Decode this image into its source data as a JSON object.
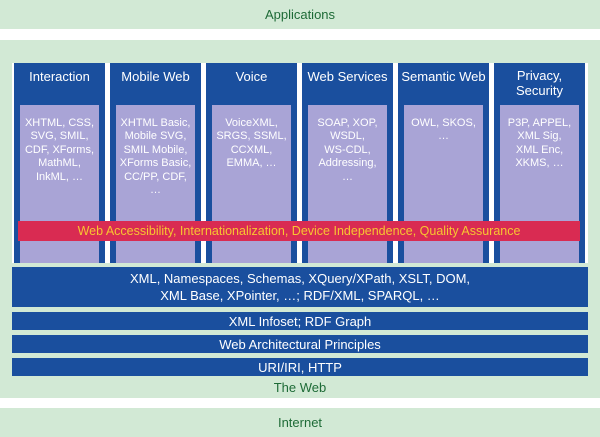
{
  "applications": "Applications",
  "columns": [
    {
      "title": "Interaction",
      "items": "XHTML, CSS,\nSVG, SMIL,\nCDF, XForms,\nMathML,\nInkML, …"
    },
    {
      "title": "Mobile Web",
      "items": "XHTML Basic,\nMobile SVG,\nSMIL Mobile,\nXForms Basic,\nCC/PP, CDF,\n…"
    },
    {
      "title": "Voice",
      "items": "VoiceXML,\nSRGS, SSML,\nCCXML,\nEMMA, …"
    },
    {
      "title": "Web Services",
      "items": "SOAP, XOP,\nWSDL,\nWS-CDL,\nAddressing,\n…"
    },
    {
      "title": "Semantic Web",
      "items": "OWL, SKOS,\n…"
    },
    {
      "title": "Privacy,\nSecurity",
      "items": "P3P, APPEL,\nXML Sig,\nXML Enc,\nXKMS, …"
    }
  ],
  "horizontal": "Web Accessibility, Internationalization, Device Independence, Quality Assurance",
  "layers": {
    "xml": "XML, Namespaces, Schemas, XQuery/XPath, XSLT, DOM,\nXML Base, XPointer, …; RDF/XML, SPARQL, …",
    "infoset": "XML Infoset; RDF Graph",
    "arch": "Web Architectural Principles",
    "uri": "URI/IRI, HTTP"
  },
  "the_web": "The Web",
  "internet": "Internet",
  "colors": {
    "band_green": "#d2e9d5",
    "text_green": "#1e6b37",
    "w3c_blue": "#1a4f9e",
    "lavender": "#a9a4d6",
    "accent_red": "#d92b52",
    "accent_yellow": "#f7c531"
  }
}
